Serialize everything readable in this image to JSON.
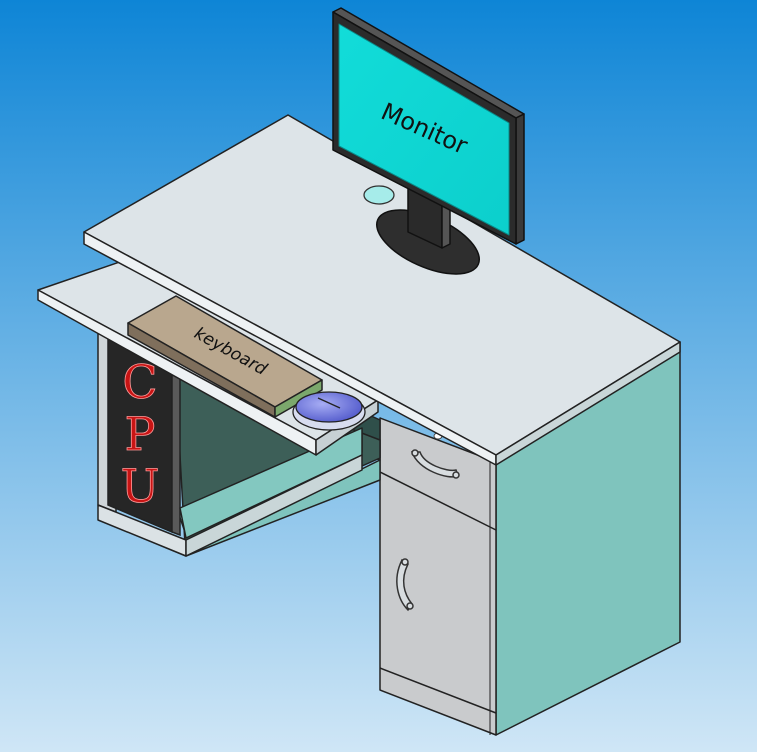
{
  "scene": {
    "labels": {
      "monitor": "Monitor",
      "keyboard": "keyboard",
      "cpu": [
        "C",
        "P",
        "U"
      ]
    },
    "colors": {
      "background_top": "#0e85d6",
      "background_bottom": "#cfe6f6",
      "desk_top": "#dce4e8",
      "desk_side": "#7fc4bd",
      "monitor_screen": "#10d9d6",
      "monitor_frame": "#2b2b2b",
      "keyboard_body": "#b9a78e",
      "mouse": "#6a72d8",
      "cpu_case": "#262626",
      "cpu_text": "#c81414",
      "drawer_front": "#c5c7c9"
    }
  }
}
